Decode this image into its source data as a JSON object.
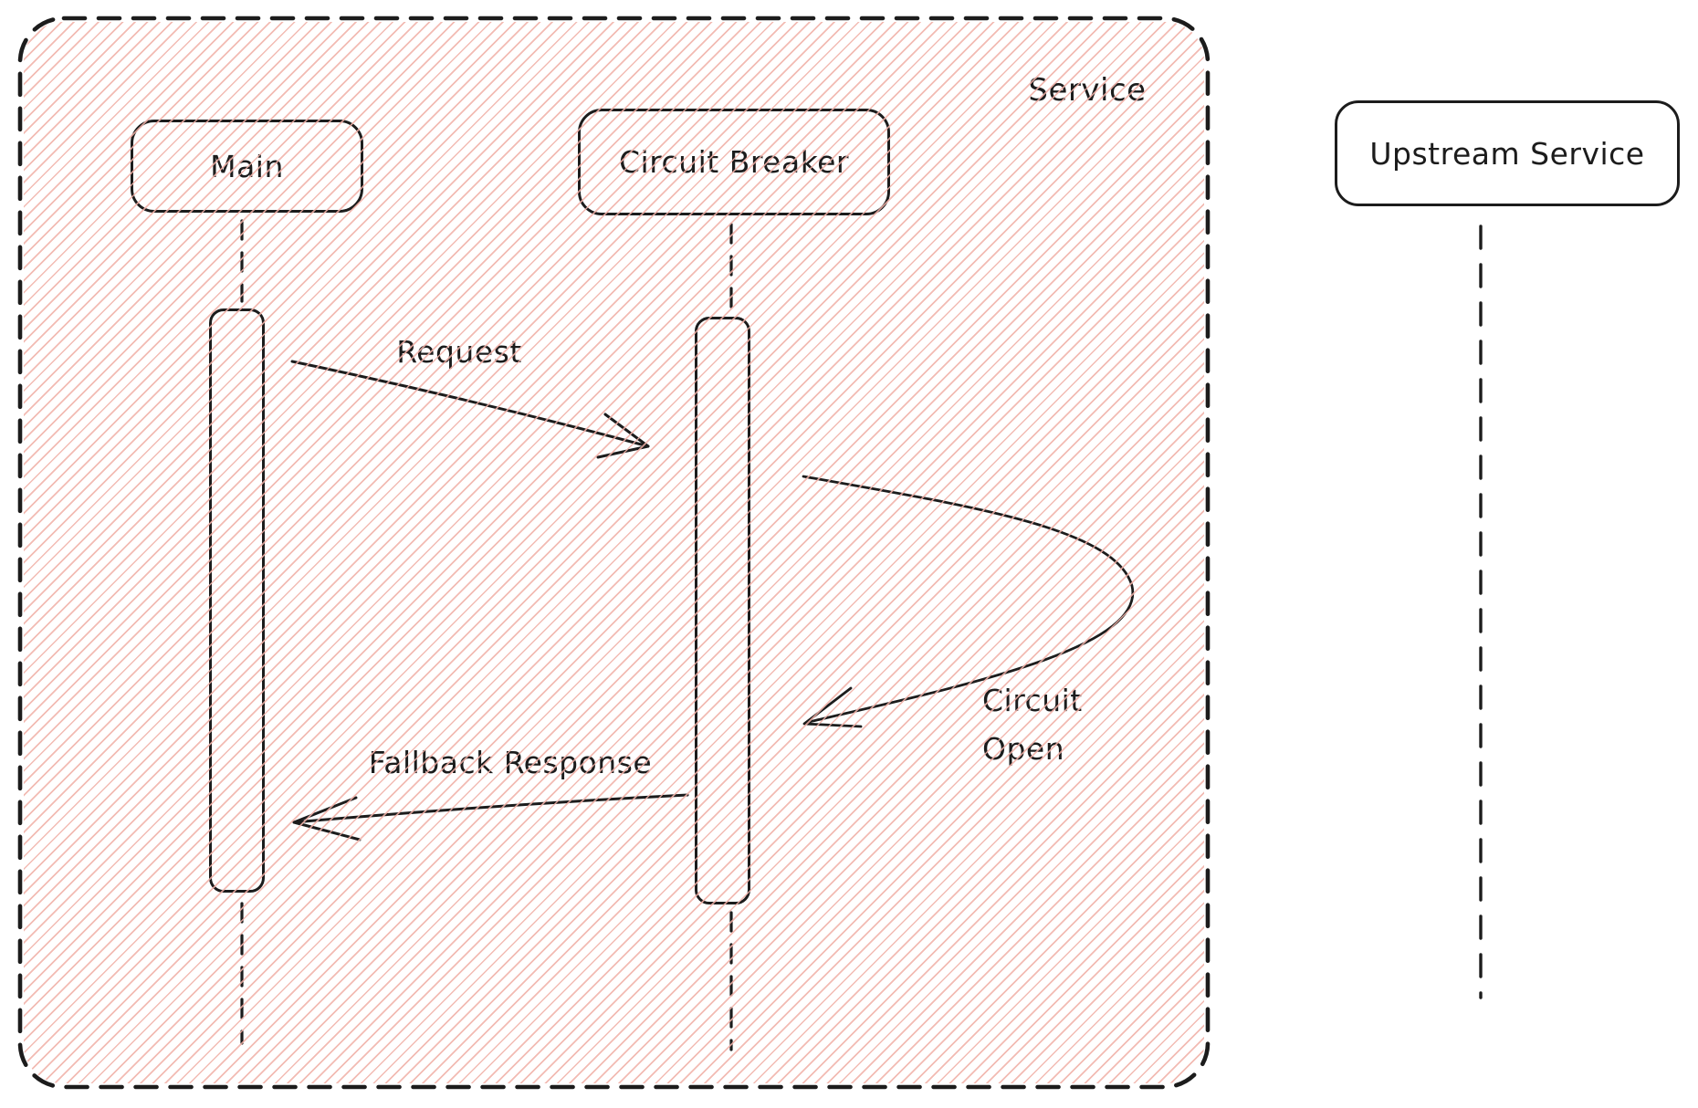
{
  "diagram": {
    "type": "sequence-diagram",
    "frame": {
      "label": "Service"
    },
    "actors": [
      {
        "id": "main",
        "label": "Main",
        "inside_frame": true,
        "has_activation": true
      },
      {
        "id": "circuit-breaker",
        "label": "Circuit Breaker",
        "inside_frame": true,
        "has_activation": true
      },
      {
        "id": "upstream-service",
        "label": "Upstream Service",
        "inside_frame": false,
        "has_activation": false
      }
    ],
    "messages": [
      {
        "label": "Request",
        "from": "Main",
        "to": "Circuit Breaker",
        "kind": "arrow"
      },
      {
        "label": "Circuit Open",
        "from": "Circuit Breaker",
        "to": "Circuit Breaker",
        "kind": "self-loop"
      },
      {
        "label": "Fallback Response",
        "from": "Circuit Breaker",
        "to": "Main",
        "kind": "arrow"
      }
    ],
    "colors": {
      "stroke": "#1c1c1c",
      "hatch_pink": "#f0afa6",
      "background": "#ffffff"
    }
  }
}
